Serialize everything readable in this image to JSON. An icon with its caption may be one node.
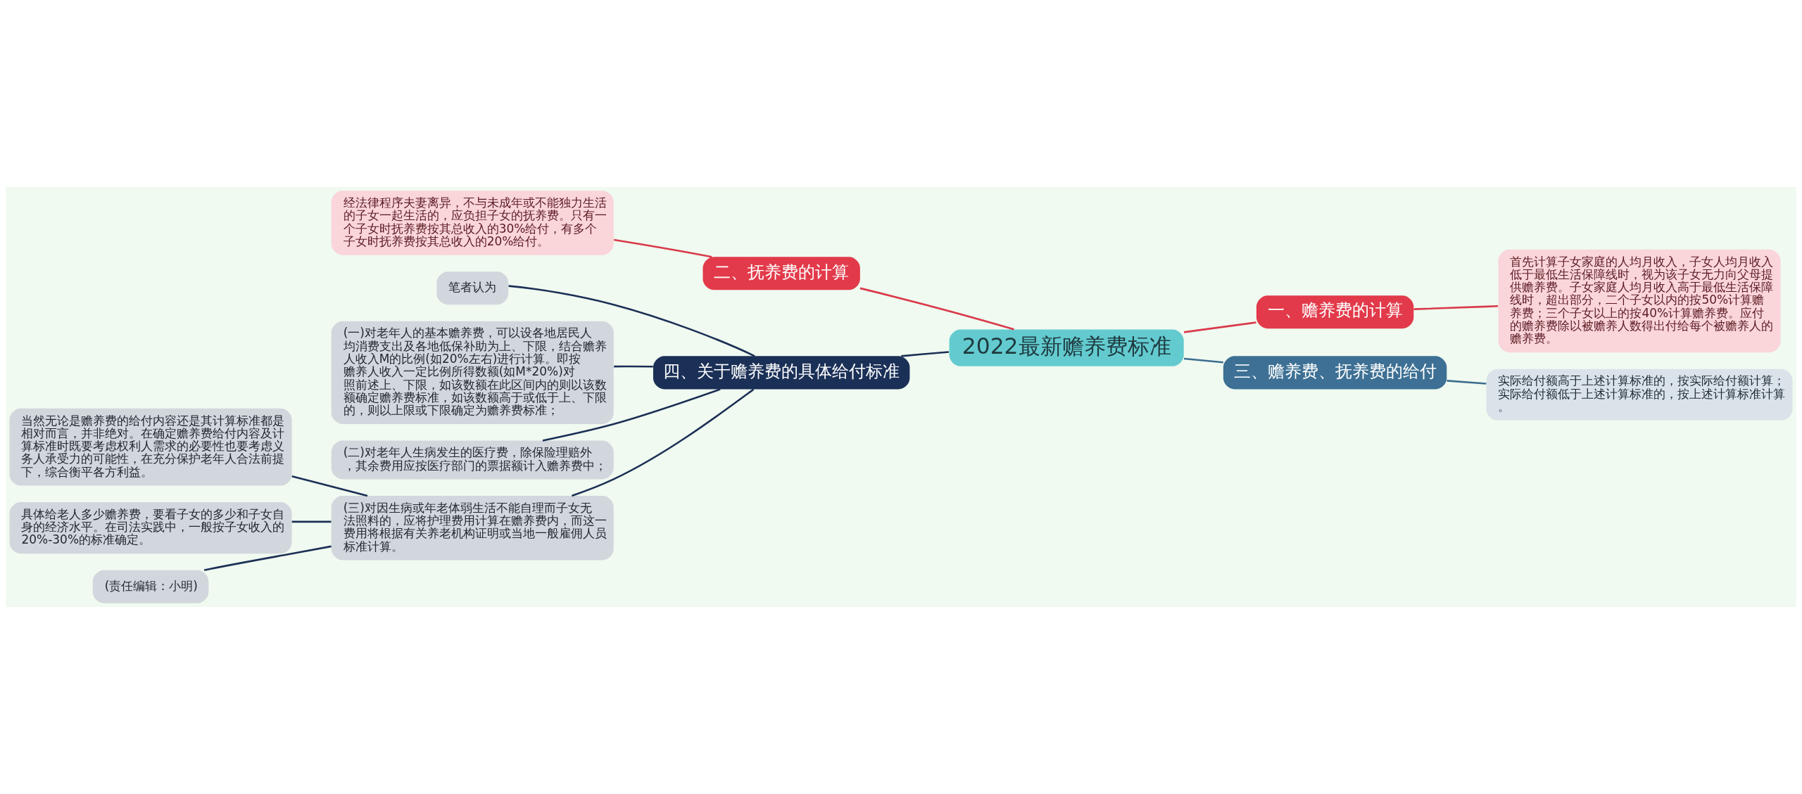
{
  "diagram": {
    "nodes": [
      {
        "text": [
          "2022最新赡养费标准"
        ]
      },
      {
        "text": [
          "二、抚养费的计算"
        ]
      },
      {
        "text": [
          "经法律程序夫妻离异，不与未成年或不能独力生活的子女一起生活的，应负担子女的抚养费。只有一个子女时抚养费按其总收入的30%给付，有多个子女时抚养费按其总收入的20%给付。"
        ]
      },
      {
        "text": [
          "一、赡养费的计算"
        ]
      },
      {
        "text": [
          "首先计算子女家庭的人均月收入，子女人均月收入低于最低生活保障线时，视为该子女无力向父母提供赡养费。子女家庭人均月收入高于最低生活保障线时，超出部分，二个子女以内的按50%计算赡养费；三个子女以上的按40%计算赡养费。应付的赡养费除以被赡养人数得出付给每个被赡养人的赡养费。"
        ]
      },
      {
        "text": [
          "三、赡养费、抚养费的给付"
        ]
      },
      {
        "text": [
          "实际给付额高于上述计算标准的，按实际给付额计算；实际给付额低于上述计算标准的，按上述计算标准计算。"
        ]
      },
      {
        "text": [
          "四、关于赡养费的具体给付标准"
        ]
      },
      {
        "text": [
          "笔者认为"
        ]
      },
      {
        "text": [
          "(一)对老年人的基本赡养费，可以设各地居民人均消费支出及各地低保补助为上、下限，结合赡养人收入M的比例(如20%左右)进行计算。即按赡养人收入一定比例所得数额(如M*20%)对照前述上、下限，如该数额在此区间内的则以该数额确定赡养费标准，如该数额高于或低于上、下限的，则以上限或下限确定为赡养费标准；"
        ]
      },
      {
        "text": [
          "(二)对老年人生病发生的医疗费，除保险理赔外，其余费用应按医疗部门的票据额计入赡养费中；"
        ]
      },
      {
        "text": [
          "(三)对因生病或年老体弱生活不能自理而子女无法照料的，应将护理费用计算在赡养费内，而这一费用将根据有关养老机构证明或当地一般雇佣人员标准计算。"
        ]
      },
      {
        "text": [
          "当然无论是赡养费的给付内容还是其计算标准都是相对而言，并非绝对。在确定赡养费给付内容及计算标准时既要考虑权利人需求的必要性也要考虑义务人承受力的可能性，在充分保护老年人合法前提下，综合衡平各方利益。"
        ]
      },
      {
        "text": [
          "具体给老人多少赡养费，要看子女的多少和子女自身的经济水平。在司法实践中，一般按子女收入的20%-30%的标准确定。"
        ]
      },
      {
        "text": [
          "(责任编辑：小明)"
        ]
      }
    ],
    "edges": [
      {
        "from": 0,
        "to": 1,
        "arrow": "none",
        "color": "#d9394a"
      },
      {
        "from": 1,
        "to": 2,
        "arrow": "none",
        "color": "#d9394a"
      },
      {
        "from": 0,
        "to": 3,
        "arrow": "none",
        "color": "#d9394a"
      },
      {
        "from": 3,
        "to": 4,
        "arrow": "none",
        "color": "#d9394a"
      },
      {
        "from": 0,
        "to": 5,
        "arrow": "none",
        "color": "#3d6e8f"
      },
      {
        "from": 5,
        "to": 6,
        "arrow": "none",
        "color": "#3d6e8f"
      },
      {
        "from": 0,
        "to": 7,
        "arrow": "none"
      },
      {
        "from": 7,
        "to": 8,
        "arrow": "none"
      },
      {
        "from": 7,
        "to": 9,
        "arrow": "none"
      },
      {
        "from": 7,
        "to": 10,
        "arrow": "none"
      },
      {
        "from": 7,
        "to": 11,
        "arrow": "none"
      },
      {
        "from": 11,
        "to": 12,
        "arrow": "none"
      },
      {
        "from": 11,
        "to": 13,
        "arrow": "none"
      },
      {
        "from": 11,
        "to": 14,
        "arrow": "none"
      }
    ]
  }
}
